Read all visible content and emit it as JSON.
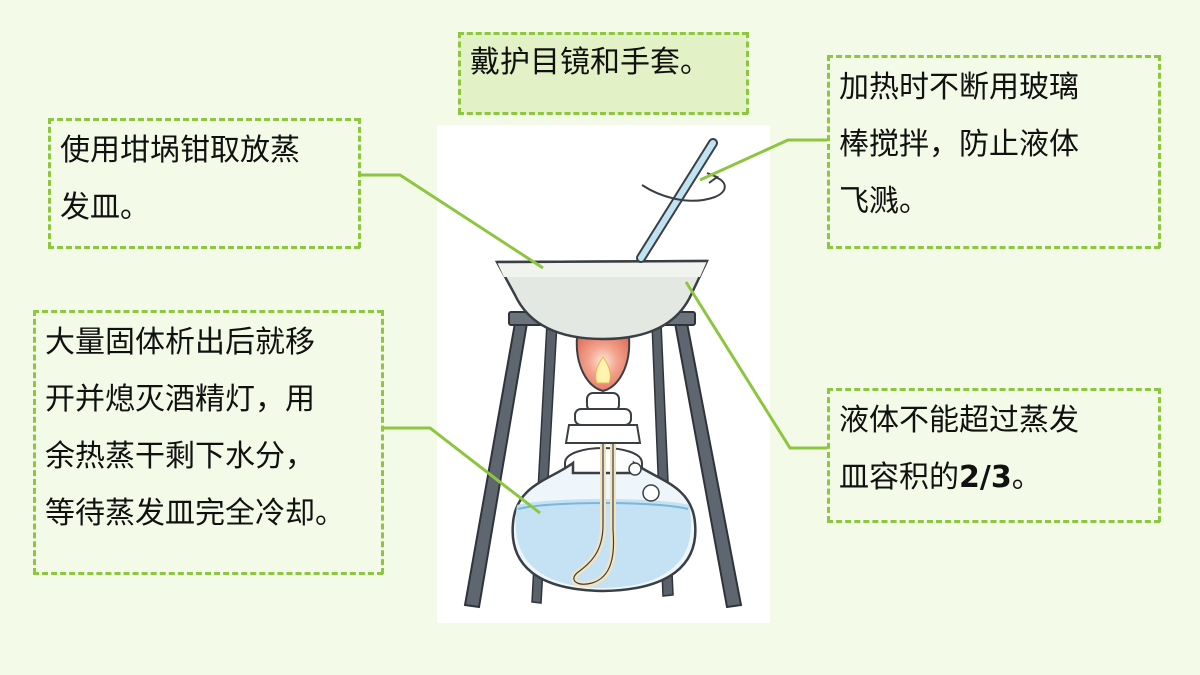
{
  "notes": {
    "safety": "戴护目镜和手套。",
    "tongs": [
      "使用坩埚钳取放蒸",
      "发皿。"
    ],
    "stir": [
      "加热时不断用玻璃",
      "棒搅拌，防止液体",
      "飞溅。"
    ],
    "cooling": [
      "大量固体析出后就移",
      "开并熄灭酒精灯，用",
      "余热蒸干剩下水分，",
      "等待蒸发皿完全冷却。"
    ],
    "capacity": {
      "line1": "液体不能超过蒸发",
      "line2_prefix": "皿容积的",
      "line2_fraction": "2/3",
      "line2_suffix": "。"
    }
  },
  "colors": {
    "border_green": "#8dc63f",
    "leader_green": "#8cc63e",
    "background": "#f3fae8",
    "highlight_box": "#e2f2c6"
  }
}
